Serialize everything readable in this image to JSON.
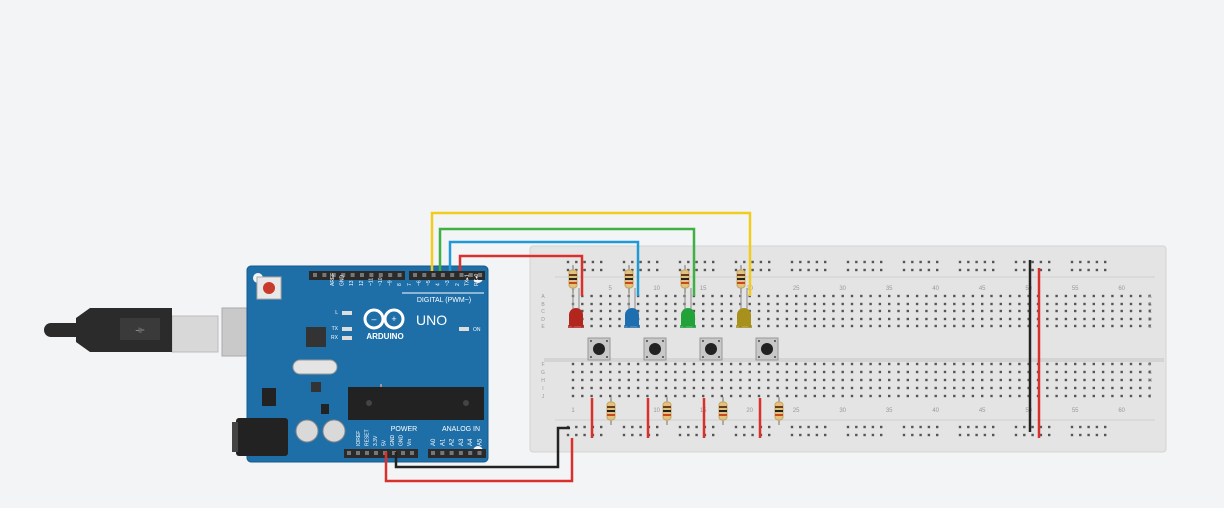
{
  "arduino": {
    "brand": "ARDUINO",
    "model": "UNO",
    "digital_label": "DIGITAL (PWM~)",
    "power_label": "POWER",
    "analog_label": "ANALOG IN",
    "on_label": "ON",
    "tx_label": "TX",
    "rx_label": "RX",
    "l_label": "L",
    "digital_pins": [
      "AREF",
      "GND",
      "13",
      "12",
      "~11",
      "~10",
      "~9",
      "8",
      "7",
      "~6",
      "~5",
      "4",
      "~3",
      "2",
      "TX▸1",
      "RX◂0"
    ],
    "power_pins": [
      "IOREF",
      "RESET",
      "3.3V",
      "5V",
      "GND",
      "GND",
      "Vin"
    ],
    "analog_pins": [
      "A0",
      "A1",
      "A2",
      "A3",
      "A4",
      "A5"
    ]
  },
  "breadboard": {
    "column_numbers": [
      "1",
      "5",
      "10",
      "15",
      "20",
      "25",
      "30",
      "35",
      "40",
      "45",
      "50",
      "55",
      "60"
    ],
    "row_letters_top": [
      "A",
      "B",
      "C",
      "D",
      "E"
    ],
    "row_letters_bottom": [
      "F",
      "G",
      "H",
      "I",
      "J"
    ]
  },
  "leds": [
    {
      "name": "red",
      "color": "#b3261e"
    },
    {
      "name": "blue",
      "color": "#1f6fb0"
    },
    {
      "name": "green",
      "color": "#23a23a"
    },
    {
      "name": "yellow",
      "color": "#a8901c"
    }
  ],
  "wires": {
    "yellow": "#f2cc1d",
    "green": "#3fb043",
    "blue": "#1e9ad6",
    "red": "#d9302c",
    "black": "#222222"
  }
}
